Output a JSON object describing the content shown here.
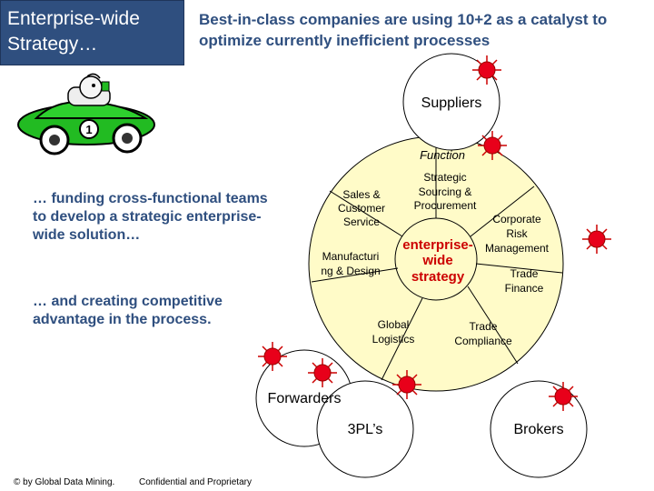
{
  "header": {
    "title": "Enterprise-wide Strategy…",
    "headline": "Best-in-class companies are using 10+2 as a catalyst to optimize currently inefficient processes"
  },
  "bullets": [
    "… funding cross-functional teams to develop a strategic enterprise-wide solution…",
    "… and creating competitive advantage in the process."
  ],
  "diagram": {
    "circle_title": "Function",
    "center": [
      "enterprise-",
      "wide",
      "strategy"
    ],
    "segments": {
      "strategic_sourcing": [
        "Strategic",
        "Sourcing &",
        "Procurement"
      ],
      "sales": [
        "Sales &",
        "Customer",
        "Service"
      ],
      "corporate_risk": [
        "Corporate",
        "Risk",
        "Management"
      ],
      "manufacturing": [
        "Manufacturi",
        "ng & Design"
      ],
      "trade_finance": [
        "Trade",
        "Finance"
      ],
      "global_logistics": [
        "Global",
        "Logistics"
      ],
      "trade_compliance": [
        "Trade",
        "Compliance"
      ]
    },
    "partners": {
      "suppliers": "Suppliers",
      "forwarders": "Forwarders",
      "threepl": "3PL’s",
      "brokers": "Brokers"
    },
    "car_number": "1",
    "colors": {
      "circle_fill": "#fffbc8",
      "center_text": "#cc0000",
      "starburst": "#e8001a",
      "car_body": "#22bb22",
      "title_bg": "#2f4f7f"
    }
  },
  "footer": {
    "copyright": "© by Global Data Mining.",
    "confidential": "Confidential and Proprietary"
  }
}
